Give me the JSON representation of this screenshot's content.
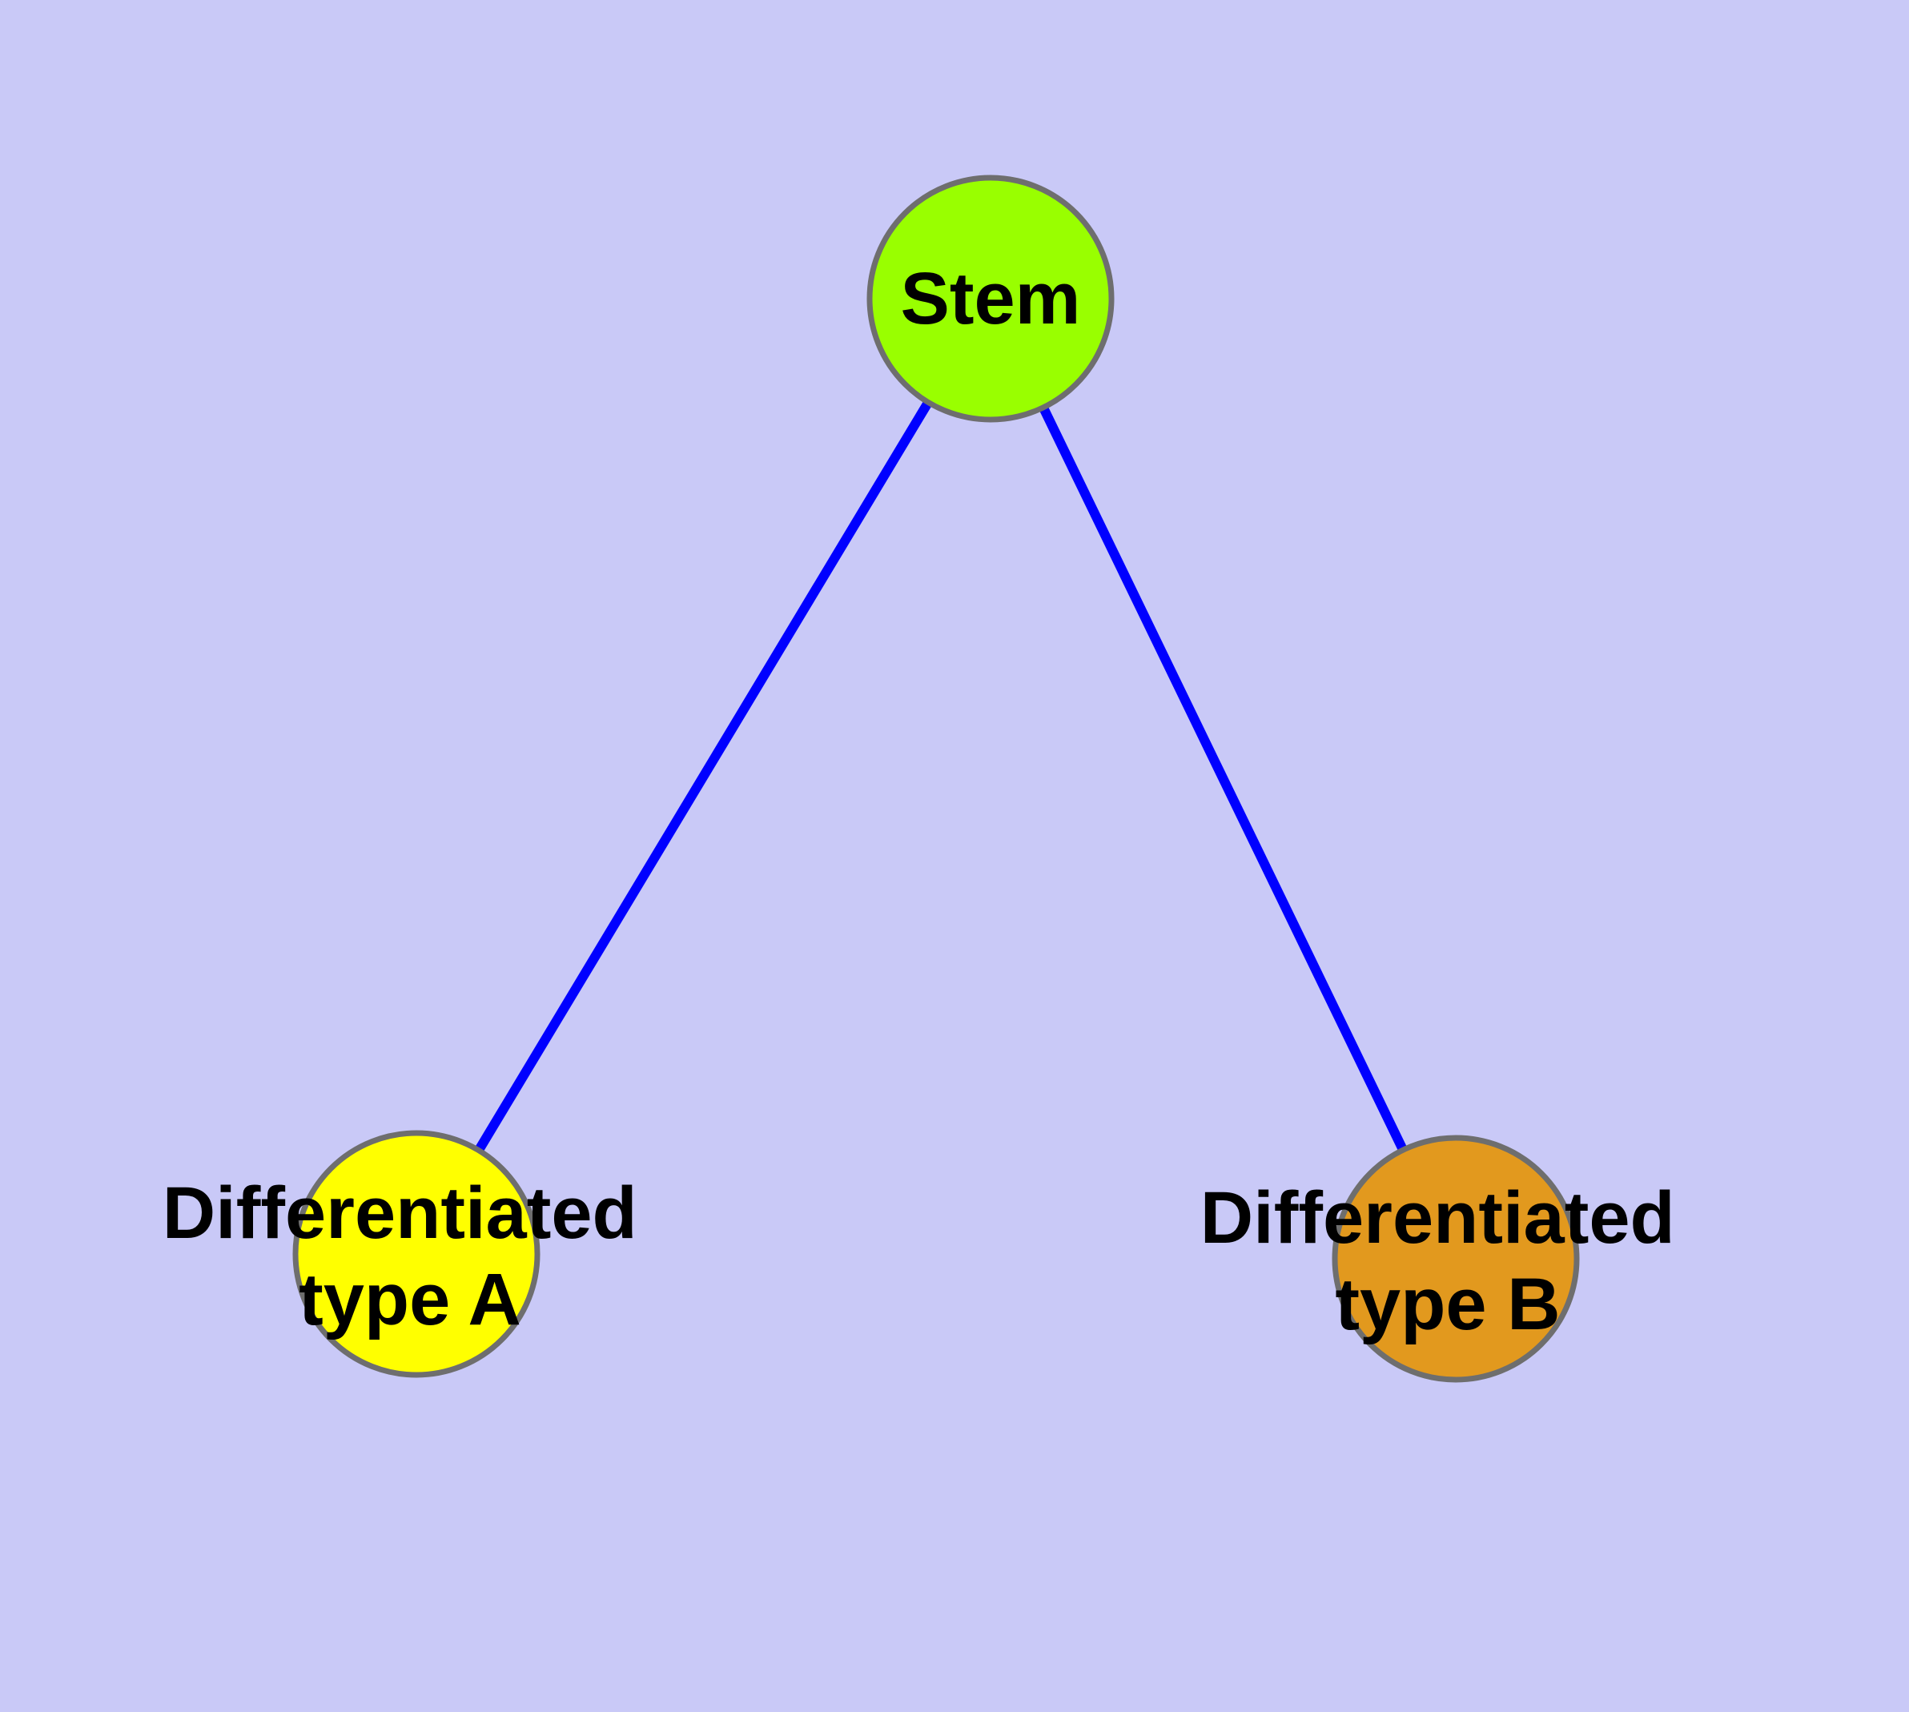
{
  "diagram": {
    "background_color": "#C9C9F7",
    "edge_color": "#0000FF",
    "node_border_color": "#6E6E6E",
    "label_color": "#000000",
    "nodes": {
      "stem": {
        "label": "Stem",
        "fill": "#99FF00"
      },
      "type_a": {
        "label_line1": "Differentiated",
        "label_line2": "type A",
        "fill": "#FFFF00"
      },
      "type_b": {
        "label_line1": "Differentiated",
        "label_line2": "type B",
        "fill": "#E2991E"
      }
    },
    "edges": [
      {
        "name": "stem-to-type-a"
      },
      {
        "name": "stem-to-type-b"
      }
    ]
  }
}
